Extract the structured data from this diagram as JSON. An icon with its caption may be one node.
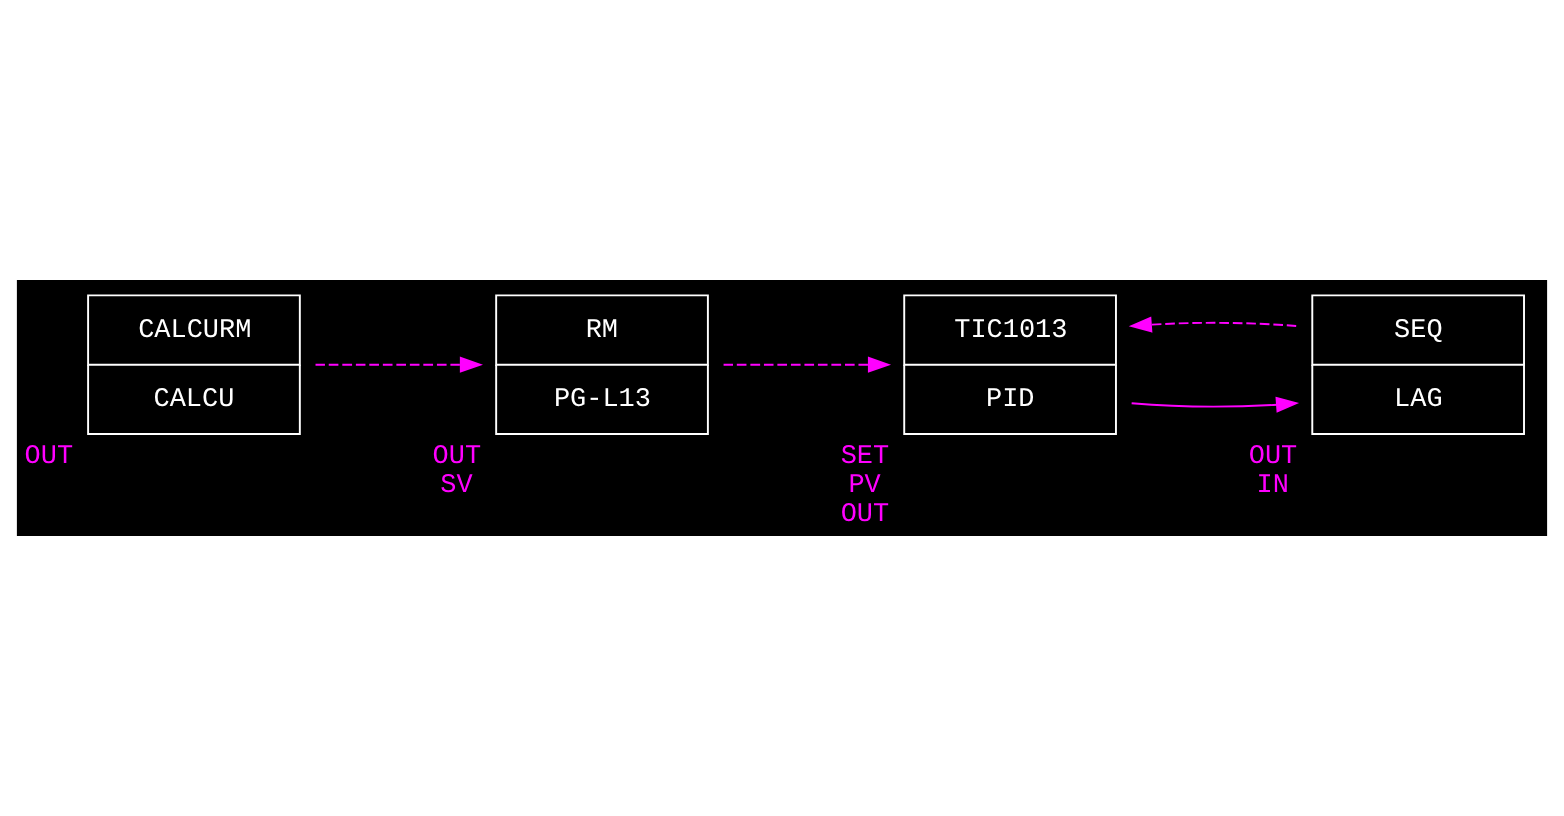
{
  "diagram": {
    "nodes": [
      {
        "text": [
          "RM",
          "PG-L13"
        ],
        "beside": [
          "OUT",
          "SV"
        ]
      },
      {
        "text": [
          "TIC1013",
          "PID"
        ],
        "beside": [
          "SET",
          "PV",
          "OUT"
        ]
      },
      {
        "text": [
          "CALCURM",
          "CALCU"
        ],
        "beside": [
          "OUT"
        ]
      },
      {
        "text": [
          "SEQ",
          "LAG"
        ],
        "beside": [
          "OUT",
          "IN"
        ]
      }
    ],
    "edges": [
      {
        "from": 2,
        "to": 0,
        "arrow": "to",
        "style": "dashed"
      },
      {
        "from": 0,
        "to": 1,
        "arrow": "to",
        "style": "dashed"
      },
      {
        "from": 1,
        "to": 3,
        "arrow": "to"
      },
      {
        "from": 3,
        "to": 1,
        "arrow": "to",
        "style": "dashed"
      }
    ]
  }
}
